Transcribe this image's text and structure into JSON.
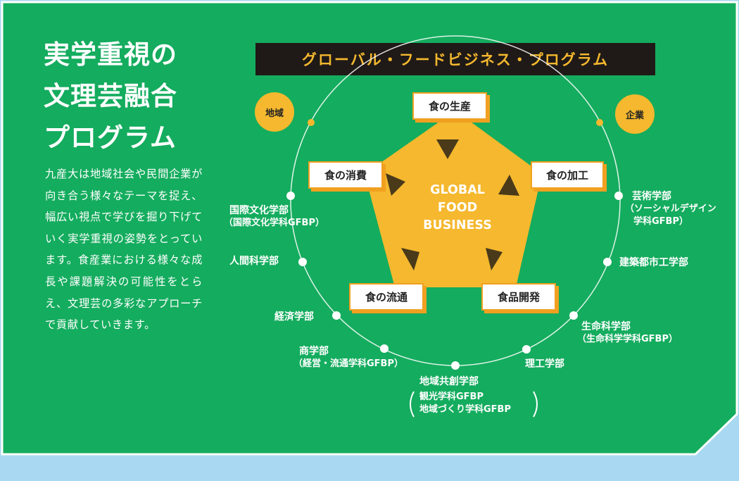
{
  "title_lines": [
    "実学重視の",
    "文理芸融合",
    "プログラム"
  ],
  "intro_text": "九産大は地域社会や民間企業が向き合う様々なテーマを捉え、幅広い視点で学びを掘り下げていく実学重視の姿勢をとっています。食産業における様々な成長や課題解決の可能性をとらえ、文理芸の多彩なアプローチで貢献していきます。",
  "banner": "グローバル・フードビジネス・プログラム",
  "center_lines": [
    "GLOBAL",
    "FOOD",
    "BUSINESS"
  ],
  "nodes": {
    "production": "食の生産",
    "processing": "食の加工",
    "development": "食品開発",
    "distribution": "食の流通",
    "consumption": "食の消費"
  },
  "bubbles": {
    "region": "地域",
    "company": "企業"
  },
  "departments": {
    "arts": {
      "name": "芸術学部",
      "sub1": "（ソーシャルデザイン",
      "sub2": "学科GFBP）"
    },
    "architecture": {
      "name": "建築都市工学部"
    },
    "life_science": {
      "name": "生命科学部",
      "sub": "（生命科学学科GFBP）"
    },
    "engineering": {
      "name": "理工学部"
    },
    "regional": {
      "name": "地域共創学部",
      "sub1": "観光学科GFBP",
      "sub2": "地域づくり学科GFBP"
    },
    "commerce": {
      "name": "商学部",
      "sub": "（経営・流通学科GFBP）"
    },
    "economics": {
      "name": "経済学部"
    },
    "humanities": {
      "name": "人間科学部"
    },
    "international": {
      "name": "国際文化学部",
      "sub": "（国際文化学科GFBP）"
    }
  },
  "colors": {
    "panel_green": "#14ac5e",
    "accent_orange": "#f5b82e",
    "banner_dark": "#1f1a17",
    "background_blue": "#a9d8f2"
  }
}
